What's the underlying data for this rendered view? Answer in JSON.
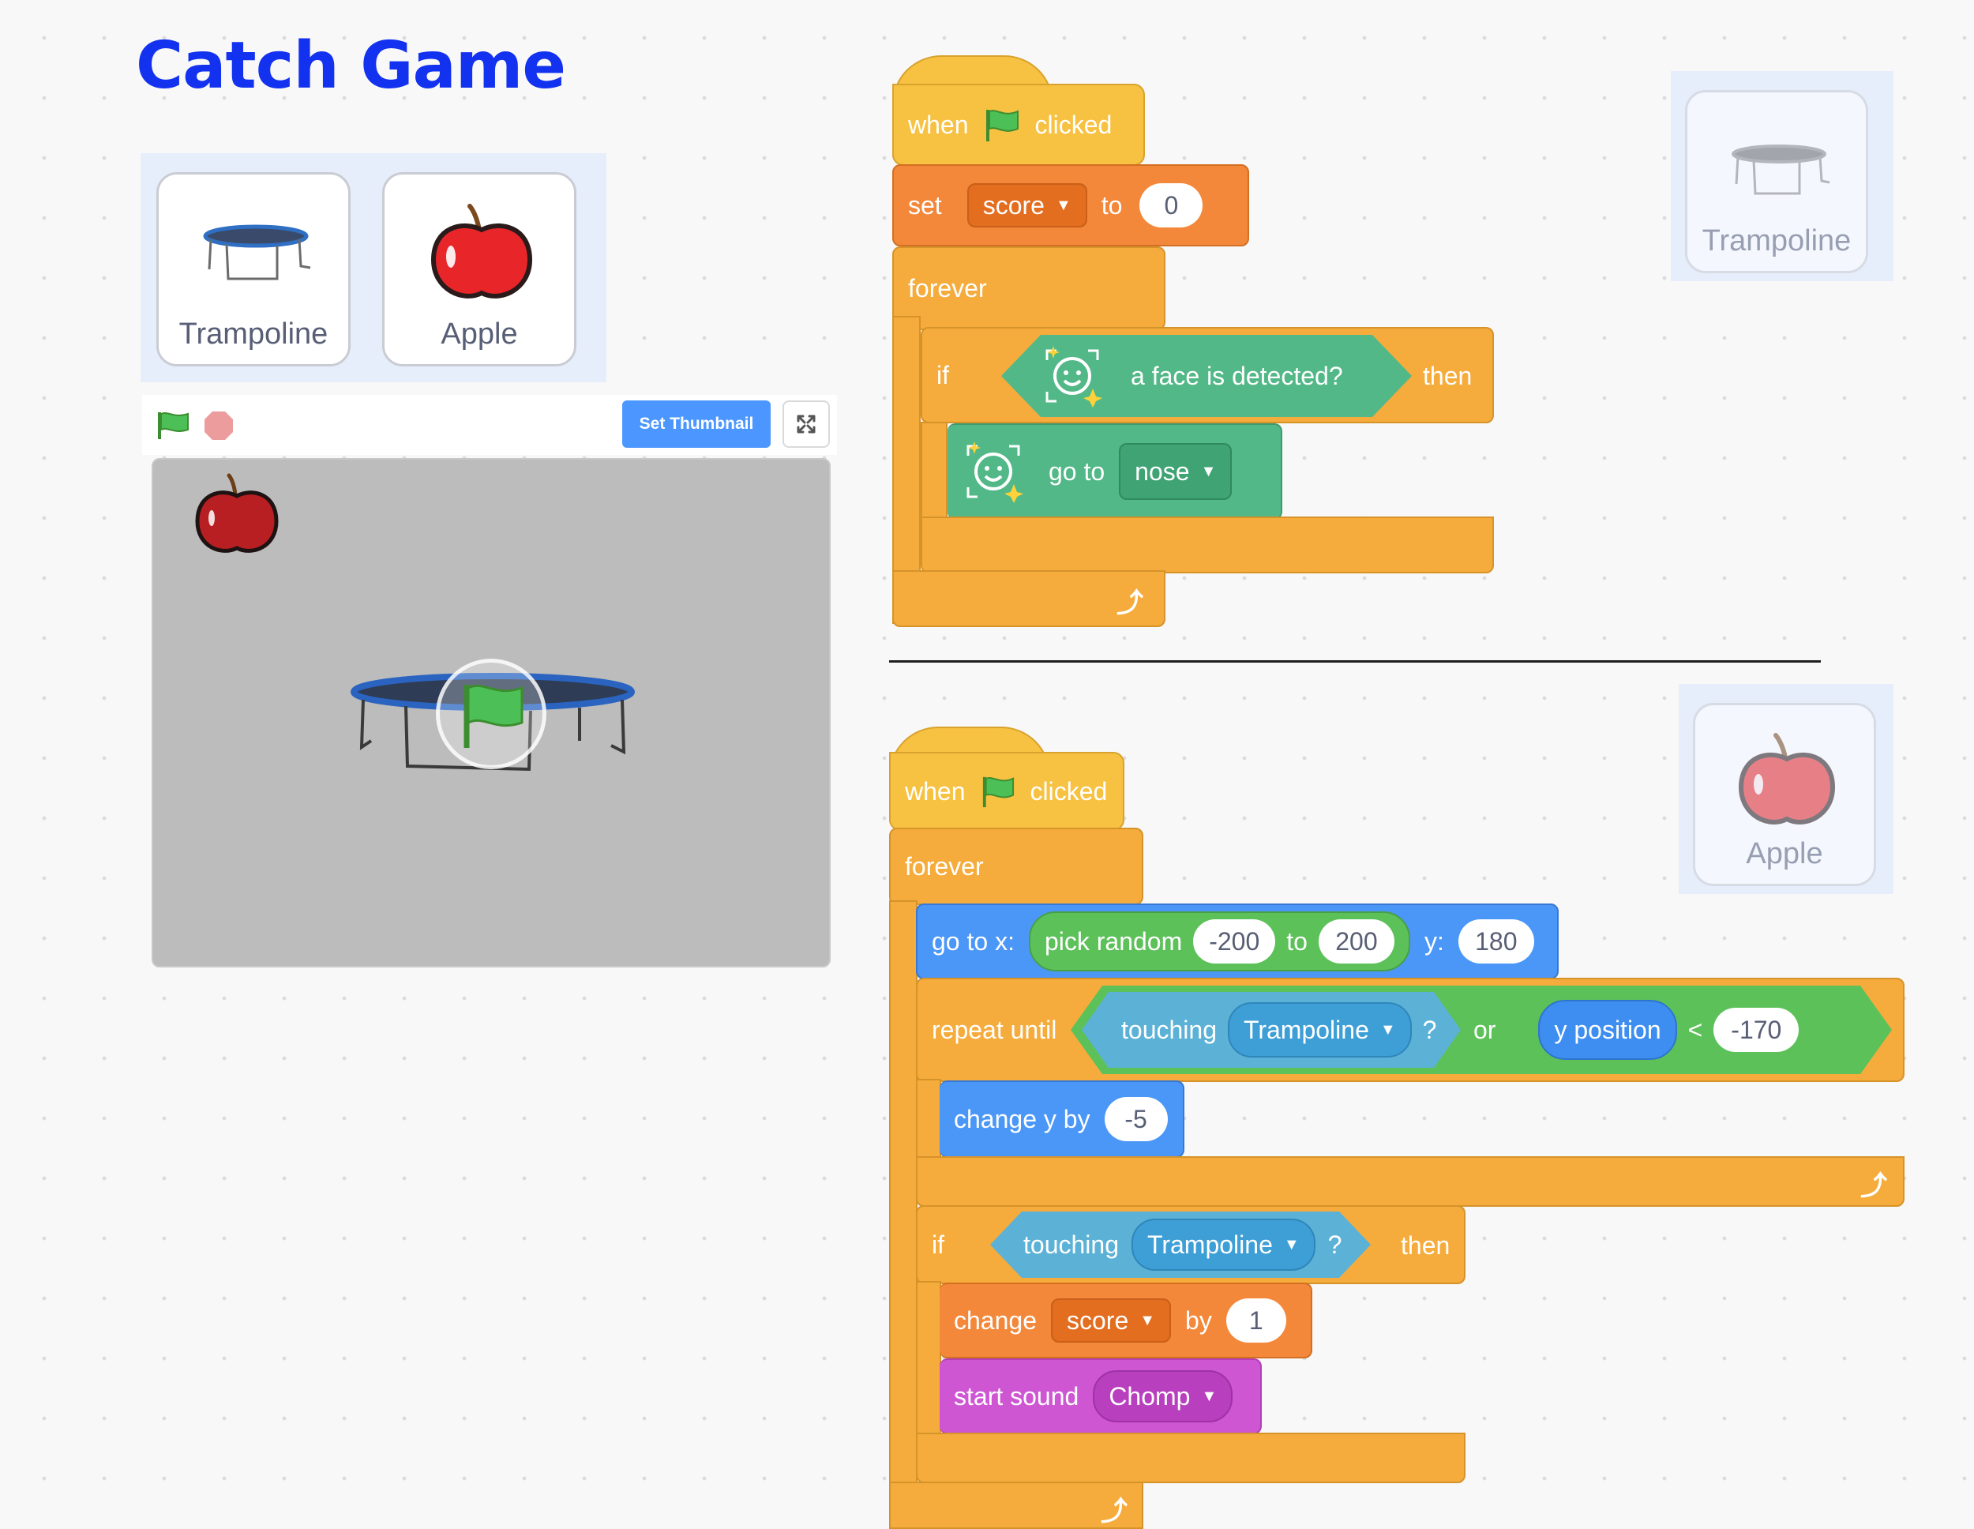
{
  "page_title": "Catch Game",
  "sprites": [
    {
      "name": "Trampoline",
      "icon": "trampoline-icon"
    },
    {
      "name": "Apple",
      "icon": "apple-icon"
    }
  ],
  "stage": {
    "set_thumbnail_label": "Set Thumbnail",
    "green_flag_icon": "green-flag-icon",
    "stop_icon": "stop-icon",
    "fullscreen_icon": "fullscreen-icon"
  },
  "trampoline_script": {
    "sprite_label": "Trampoline",
    "hat_when": "when",
    "hat_clicked": "clicked",
    "set_label": "set",
    "set_var": "score",
    "set_to": "to",
    "set_value": "0",
    "forever_label": "forever",
    "if_label": "if",
    "face_condition": "a face is detected?",
    "then_label": "then",
    "goto_label": "go to",
    "goto_target": "nose"
  },
  "apple_script": {
    "sprite_label": "Apple",
    "hat_when": "when",
    "hat_clicked": "clicked",
    "forever_label": "forever",
    "goto_x_label": "go to x:",
    "pick_random_label": "pick random",
    "random_from": "-200",
    "random_to_label": "to",
    "random_to": "200",
    "y_label": "y:",
    "y_value": "180",
    "repeat_until_label": "repeat until",
    "touching_label": "touching",
    "touching_target": "Trampoline",
    "question_mark": "?",
    "or_label": "or",
    "y_position_label": "y position",
    "lt_sign": "<",
    "lt_value": "-170",
    "change_y_label": "change y by",
    "change_y_value": "-5",
    "if_label": "if",
    "if_touching_label": "touching",
    "if_touching_target": "Trampoline",
    "if_question": "?",
    "then_label": "then",
    "change_label": "change",
    "change_var": "score",
    "change_by": "by",
    "change_value": "1",
    "sound_label": "start sound",
    "sound_name": "Chomp"
  },
  "colors": {
    "title": "#1332f0",
    "events": "#f7c142",
    "control": "#f5ac3c",
    "variables": "#f3883a",
    "motion": "#4b97f8",
    "sensing": "#5cb1d6",
    "operators": "#5dc15a",
    "face_sensing": "#52b888",
    "sound": "#ce56d3"
  }
}
